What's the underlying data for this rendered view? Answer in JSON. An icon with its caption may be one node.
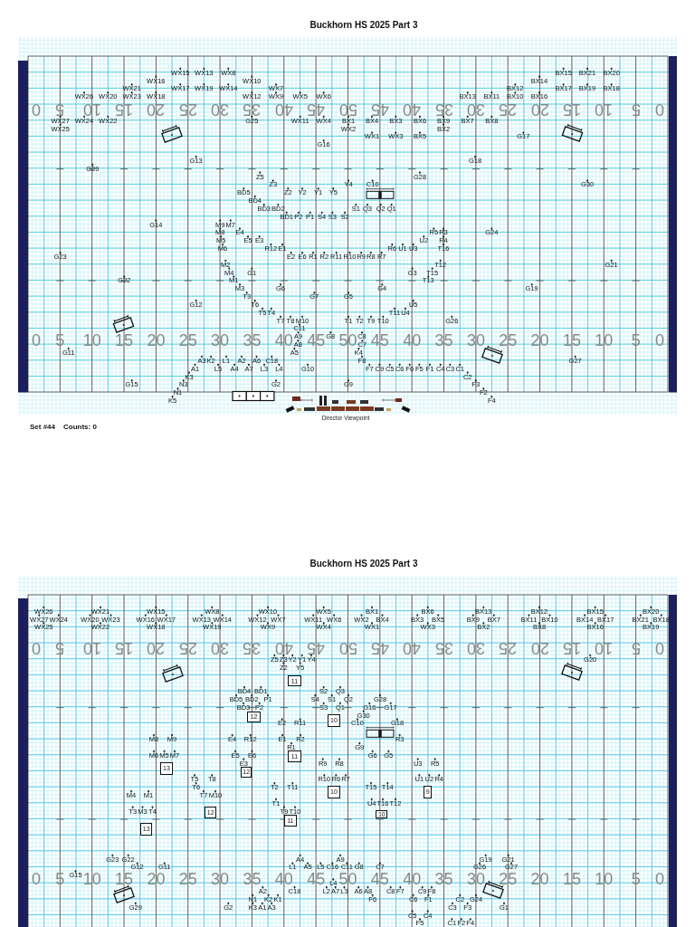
{
  "diagram": {
    "title": "Buckhorn HS 2025 Part 3",
    "labels": [
      "0",
      "5",
      "10",
      "15",
      "20",
      "25",
      "30",
      "35",
      "40",
      "45",
      "50",
      "45",
      "40",
      "35",
      "30",
      "25",
      "20",
      "15",
      "10",
      "5",
      "0",
      "WX15",
      "WX13",
      "WX8",
      "BX15",
      "BX21",
      "BX20",
      "WX16",
      "WX10",
      "BX14",
      "WX21",
      "WX17",
      "WX19",
      "WX14",
      "WX7",
      "BX12",
      "BX17",
      "BX19",
      "BX18",
      "WX26",
      "WX20",
      "WX23",
      "WX18",
      "WX12",
      "WX9",
      "WX5",
      "WX6",
      "BX13",
      "BX11",
      "BX10",
      "BX16",
      "WX27",
      "WX24",
      "WX22",
      "G25",
      "WX11",
      "WX4",
      "BX1",
      "BX4",
      "BX3",
      "BX6",
      "BX9",
      "BX7",
      "BX8",
      "WX25",
      "WX2",
      "BX2",
      "WX1",
      "WX3",
      "BX5",
      "G17",
      "G16",
      "G13",
      "G18",
      "G29",
      "Z5",
      "G28",
      "Z3",
      "Y4",
      "C10",
      "G30",
      "BD5",
      "Z2",
      "Y2",
      "Y1",
      "Y5",
      "BD4",
      "BD3",
      "BD2",
      "S1",
      "Q3",
      "Q2",
      "Q1",
      "BD1",
      "P2",
      "P1",
      "S4",
      "S3",
      "S2",
      "G14",
      "M9",
      "M7",
      "M8",
      "E4",
      "R5",
      "R3",
      "G24",
      "M5",
      "E5",
      "E3",
      "U2",
      "R4",
      "M6",
      "R12",
      "E1",
      "R6",
      "U1",
      "U3",
      "T16",
      "G23",
      "E2",
      "E6",
      "R1",
      "R2",
      "R11",
      "R10",
      "R9",
      "R8",
      "R7",
      "M2",
      "T12",
      "G21",
      "M4",
      "G1",
      "G3",
      "T15",
      "G22",
      "M1",
      "T13",
      "M3",
      "G6",
      "G4",
      "G19",
      "T3",
      "G7",
      "G5",
      "G12",
      "T6",
      "U5",
      "T5",
      "T4",
      "T11",
      "U4",
      "T7",
      "T8",
      "M10",
      "T1",
      "T2",
      "T9",
      "T10",
      "G26",
      "C11",
      "A9",
      "G8",
      "C8",
      "A8",
      "C7",
      "G11",
      "A5",
      "K4",
      "A3",
      "K2",
      "L1",
      "A2",
      "A6",
      "C18",
      "F8",
      "G27",
      "A1",
      "L5",
      "A4",
      "A7",
      "L3",
      "L4",
      "G10",
      "F7",
      "C9",
      "C5",
      "C6",
      "F6",
      "F5",
      "F1",
      "C4",
      "C3",
      "C1",
      "K3",
      "C2",
      "G15",
      "N3",
      "G2",
      "G9",
      "F3",
      "N1",
      "F2",
      "K5",
      "F4",
      "0",
      "5",
      "10",
      "15",
      "20",
      "25",
      "30",
      "35",
      "40",
      "45",
      "50",
      "45",
      "40",
      "35",
      "30",
      "25",
      "20",
      "15",
      "10",
      "5",
      "0",
      "Director Viewpoint",
      "Set #44",
      "Counts: 0",
      "Buckhorn HS 2025 Part 3",
      "WX26",
      "WX21",
      "WX15",
      "WX8",
      "WX10",
      "WX5",
      "BX1",
      "BX6",
      "BX13",
      "BX12",
      "BX15",
      "BX20",
      "WX27",
      "WX24",
      "WX20",
      "WX23",
      "WX16",
      "WX17",
      "WX13",
      "WX14",
      "WX12",
      "WX7",
      "WX11",
      "WX6",
      "WX2",
      "BX4",
      "BX3",
      "BX5",
      "BX9",
      "BX7",
      "BX11",
      "BX10",
      "BX14",
      "BX17",
      "BX21",
      "BX18",
      "WX25",
      "WX22",
      "WX18",
      "WX19",
      "WX9",
      "WX4",
      "WX1",
      "WX3",
      "BX2",
      "BX8",
      "BX16",
      "BX19",
      "0",
      "5",
      "10",
      "15",
      "20",
      "25",
      "30",
      "35",
      "40",
      "45",
      "50",
      "45",
      "40",
      "35",
      "30",
      "25",
      "20",
      "15",
      "10",
      "5",
      "0",
      "Z5",
      "Z3",
      "Y2",
      "Y1",
      "Y4",
      "G20",
      "Z2",
      "Y5",
      "BD4",
      "BD1",
      "S2",
      "Q3",
      "BD5",
      "BD2",
      "P1",
      "S4",
      "S1",
      "Q2",
      "G28",
      "BD3",
      "P2",
      "S3",
      "Q1",
      "G16",
      "G17",
      "G30",
      "E2",
      "R11",
      "C10",
      "G18",
      "M8",
      "M9",
      "E4",
      "R12",
      "E1",
      "R2",
      "R3",
      "R1",
      "G9",
      "M6",
      "M5",
      "M7",
      "E5",
      "E6",
      "G6",
      "G5",
      "E3",
      "R9",
      "R8",
      "U3",
      "R5",
      "T5",
      "T8",
      "R10",
      "R6",
      "R7",
      "U1",
      "U2",
      "R4",
      "T6",
      "T2",
      "T11",
      "T15",
      "T14",
      "M4",
      "M1",
      "T7",
      "M10",
      "T1",
      "U4",
      "T16",
      "T12",
      "T3",
      "M3",
      "T4",
      "T9",
      "T10",
      "11",
      "12",
      "10",
      "11",
      "13",
      "12",
      "10",
      "9",
      "13",
      "12",
      "11",
      "10",
      "0",
      "5",
      "10",
      "15",
      "20",
      "25",
      "30",
      "35",
      "40",
      "45",
      "50",
      "45",
      "40",
      "35",
      "30",
      "25",
      "20",
      "15",
      "10",
      "5",
      "0",
      "G23",
      "G22",
      "A4",
      "A9",
      "G19",
      "G21",
      "G12",
      "G11",
      "L1",
      "A5",
      "L5",
      "C16",
      "C11",
      "G8",
      "C7",
      "G26",
      "G27",
      "G15",
      "L4",
      "A2",
      "C18",
      "L2",
      "A7",
      "L3",
      "A6",
      "A8",
      "C8",
      "F7",
      "C9",
      "F8",
      "N1",
      "K2",
      "K1",
      "F6",
      "C6",
      "F1",
      "C2",
      "G24",
      "G29",
      "G2",
      "K3",
      "A1",
      "A3",
      "C3",
      "F3",
      "G1",
      "C5",
      "C4",
      "F5",
      "C1",
      "F2",
      "F4"
    ]
  }
}
